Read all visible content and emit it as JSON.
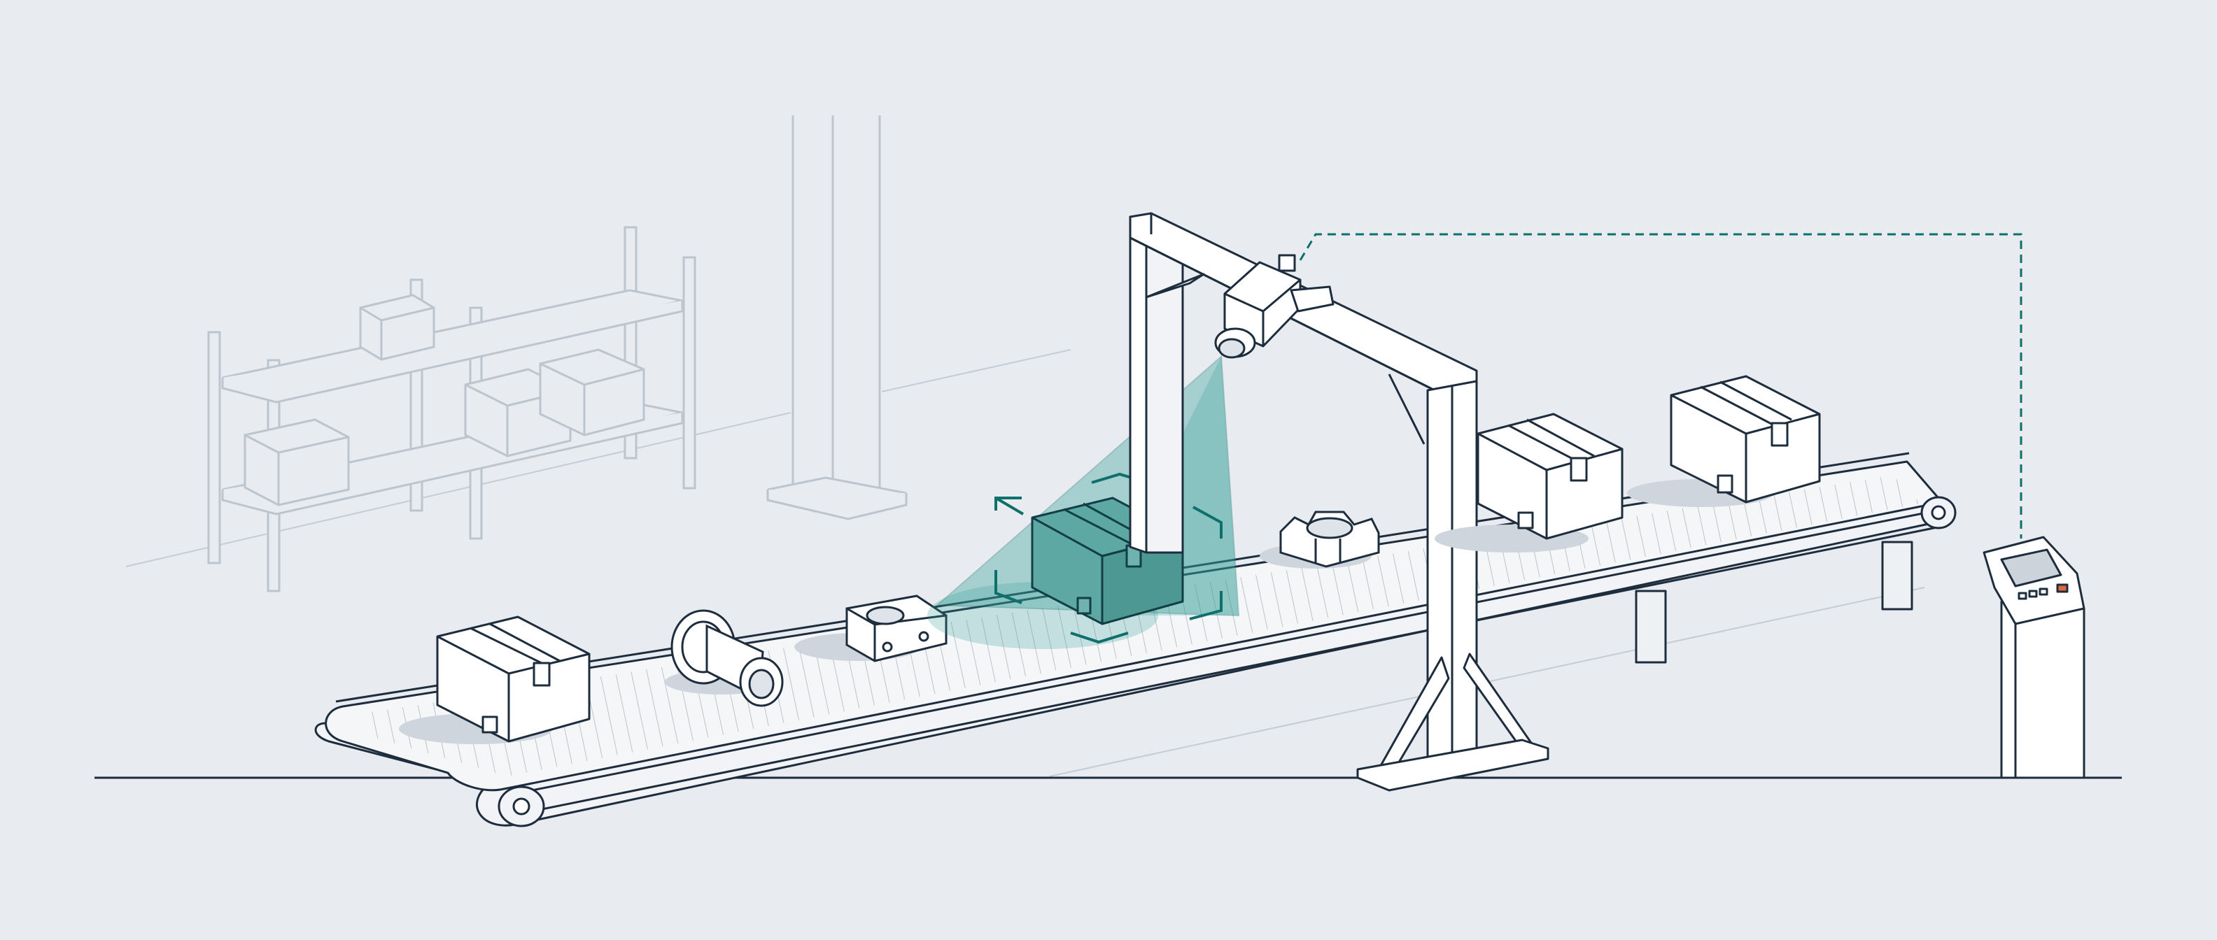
{
  "scene": {
    "background": "#e8ebf0",
    "colors": {
      "ink": "#1e2d3d",
      "faint": "#b9c2cc",
      "accent": "#0f6f6b",
      "beam": "#2e9c95",
      "panel": "#f4f6f8",
      "shadow": "#cfd5dc",
      "alarm": "#e0663e"
    },
    "objects": {
      "background_shelving": "shelf",
      "background_column": "column",
      "conveyor": "belt-conveyor",
      "gantry": "camera-gantry",
      "camera": "vision-camera",
      "scan_beam": "inspection-beam",
      "scan_brackets": "target-brackets",
      "control_terminal": "control-panel",
      "signal_line": "data-link"
    },
    "conveyor_items": [
      {
        "kind": "box",
        "state": "waiting"
      },
      {
        "kind": "pipe-fitting",
        "state": "waiting"
      },
      {
        "kind": "clamp-bracket",
        "state": "waiting"
      },
      {
        "kind": "box",
        "state": "scanning"
      },
      {
        "kind": "clamp-bracket",
        "state": "inspected"
      },
      {
        "kind": "box",
        "state": "inspected"
      },
      {
        "kind": "box",
        "state": "inspected"
      }
    ]
  }
}
